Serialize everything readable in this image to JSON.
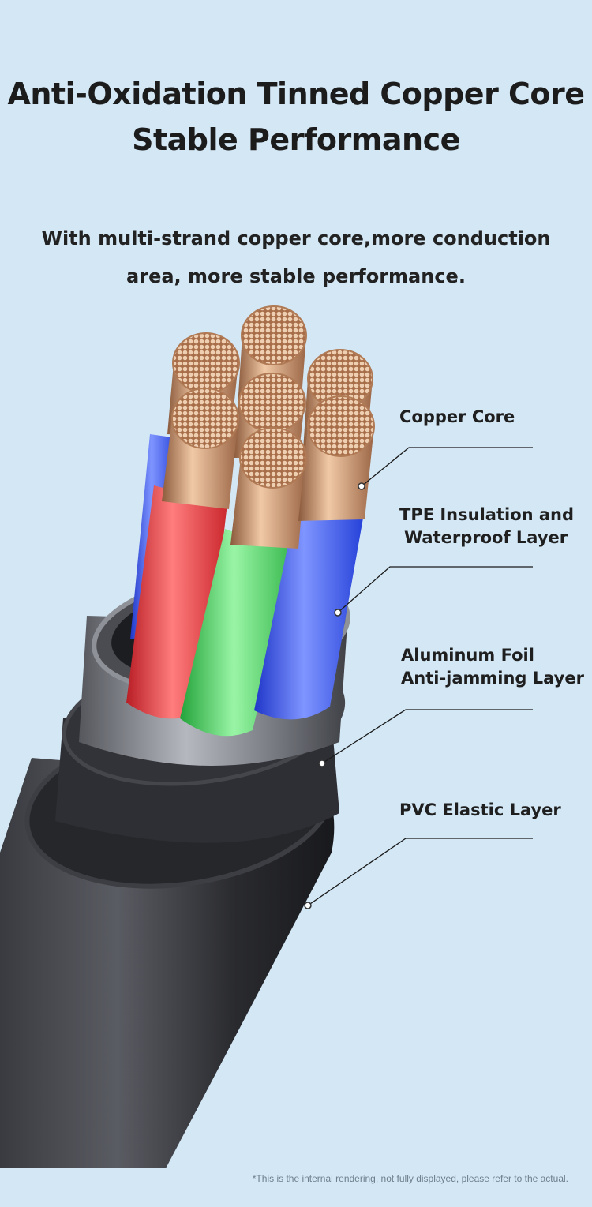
{
  "heading": {
    "line1": "Anti-Oxidation Tinned Copper Core",
    "line2": "Stable Performance"
  },
  "description": {
    "line1": "With multi-strand copper core,more conduction",
    "line2": "area, more stable performance."
  },
  "callouts": [
    {
      "line1": "Copper Core"
    },
    {
      "line1": "TPE Insulation and",
      "line2": "Waterproof Layer"
    },
    {
      "line1": "Aluminum Foil",
      "line2": "Anti-jamming Layer"
    },
    {
      "line1": "PVC Elastic Layer"
    }
  ],
  "footnote": "*This is the internal rendering, not fully displayed, please refer to the actual.",
  "colors": {
    "background": "#d3e7f5",
    "red_wire": "#e23a3a",
    "green_wire": "#3fcf55",
    "blue_wire": "#2f4fe0",
    "copper": "#c8916a",
    "jacket": "#2b2c30",
    "foil": "#8a8c92"
  }
}
